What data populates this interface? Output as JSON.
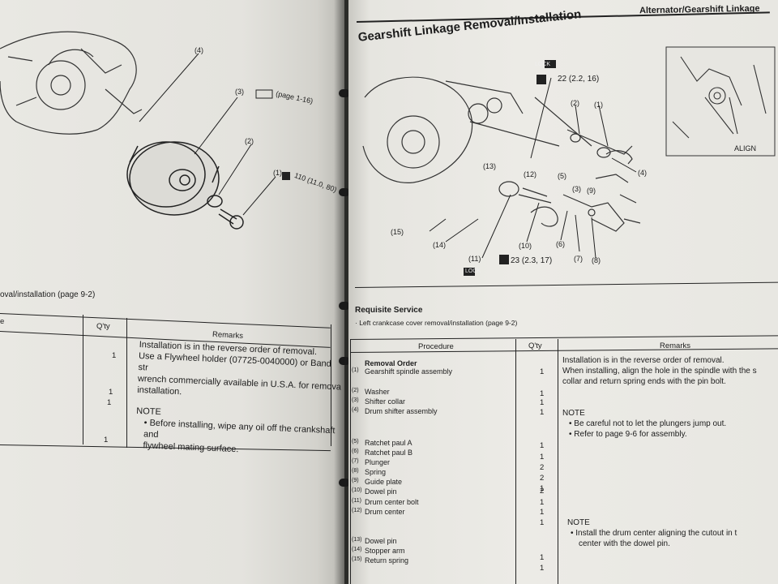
{
  "left_page": {
    "diagram_labels": {
      "c4": "(4)",
      "c3": "(3)",
      "page_ref": "(page 1-16)",
      "c2": "(2)",
      "c1": "(1)",
      "torque": "110 (11.0, 80)"
    },
    "section_text": "oval/installation (page 9-2)",
    "table": {
      "col_procedure": "e",
      "col_qty": "Q'ty",
      "col_remarks": "Remarks",
      "qty": [
        "1",
        "1",
        "1",
        "1"
      ],
      "remarks_line1": "Installation is in the reverse order of removal.",
      "remarks_line2": "Use a Flywheel holder (07725-0040000) or Band str",
      "remarks_line3": "wrench commercially available in U.S.A. for remova",
      "remarks_line4": "installation.",
      "note_label": "NOTE",
      "note_line1": "Before installing, wipe any oil off the crankshaft and",
      "note_line2": "flywheel mating surface."
    }
  },
  "right_page": {
    "header": "Alternator/Gearshift Linkage",
    "title": "Gearshift Linkage Removal/Installation",
    "diagram_labels": {
      "lock_top": "LOCK",
      "torque_top": "22 (2.2, 16)",
      "c2": "(2)",
      "c1": "(1)",
      "c13": "(13)",
      "c12": "(12)",
      "c5": "(5)",
      "c4": "(4)",
      "c3": "(3)",
      "c9": "(9)",
      "c15": "(15)",
      "c14": "(14)",
      "c10": "(10)",
      "c6": "(6)",
      "c7": "(7)",
      "c8": "(8)",
      "c11": "(11)",
      "torque_bottom": "23 (2.3, 17)",
      "lock_bottom": "LOCK",
      "align": "ALIGN"
    },
    "requisite_title": "Requisite Service",
    "requisite_item": "Left crankcase cover removal/installation (page 9-2)",
    "table": {
      "col_procedure": "Procedure",
      "col_qty": "Q'ty",
      "col_remarks": "Remarks",
      "removal_order": "Removal Order",
      "rows": [
        {
          "num": "(1)",
          "name": "Gearshift spindle assembly",
          "qty": "1"
        },
        {
          "num": "(2)",
          "name": "Washer",
          "qty": "1"
        },
        {
          "num": "(3)",
          "name": "Shifter collar",
          "qty": "1"
        },
        {
          "num": "(4)",
          "name": "Drum shifter assembly",
          "qty": "1"
        },
        {
          "num": "(5)",
          "name": "Ratchet paul A",
          "qty": "1"
        },
        {
          "num": "(6)",
          "name": "Ratchet paul B",
          "qty": "1"
        },
        {
          "num": "(7)",
          "name": "Plunger",
          "qty": "2"
        },
        {
          "num": "(8)",
          "name": "Spring",
          "qty": "2"
        },
        {
          "num": "(9)",
          "name": "Guide plate",
          "qty": "1"
        },
        {
          "num": "(10)",
          "name": "Dowel pin",
          "qty": "2"
        },
        {
          "num": "(11)",
          "name": "Drum center bolt",
          "qty": "1"
        },
        {
          "num": "(12)",
          "name": "Drum center",
          "qty": "1"
        },
        {
          "num": "(13)",
          "name": "Dowel pin",
          "qty": "1"
        },
        {
          "num": "(14)",
          "name": "Stopper arm",
          "qty": "1"
        },
        {
          "num": "(15)",
          "name": "Return spring",
          "qty": "1"
        }
      ],
      "remarks": {
        "r1": "Installation is in the reverse order of removal.",
        "r2": "When installing, align the hole in the spindle with the s",
        "r3": "collar and return spring ends with the pin bolt.",
        "note1_label": "NOTE",
        "note1_a": "Be careful not to let the plungers jump out.",
        "note1_b": "Refer to page 9-6 for assembly.",
        "note2_label": "NOTE",
        "note2_a": "Install the drum center aligning the cutout in t",
        "note2_b": "center with the dowel pin."
      }
    }
  }
}
